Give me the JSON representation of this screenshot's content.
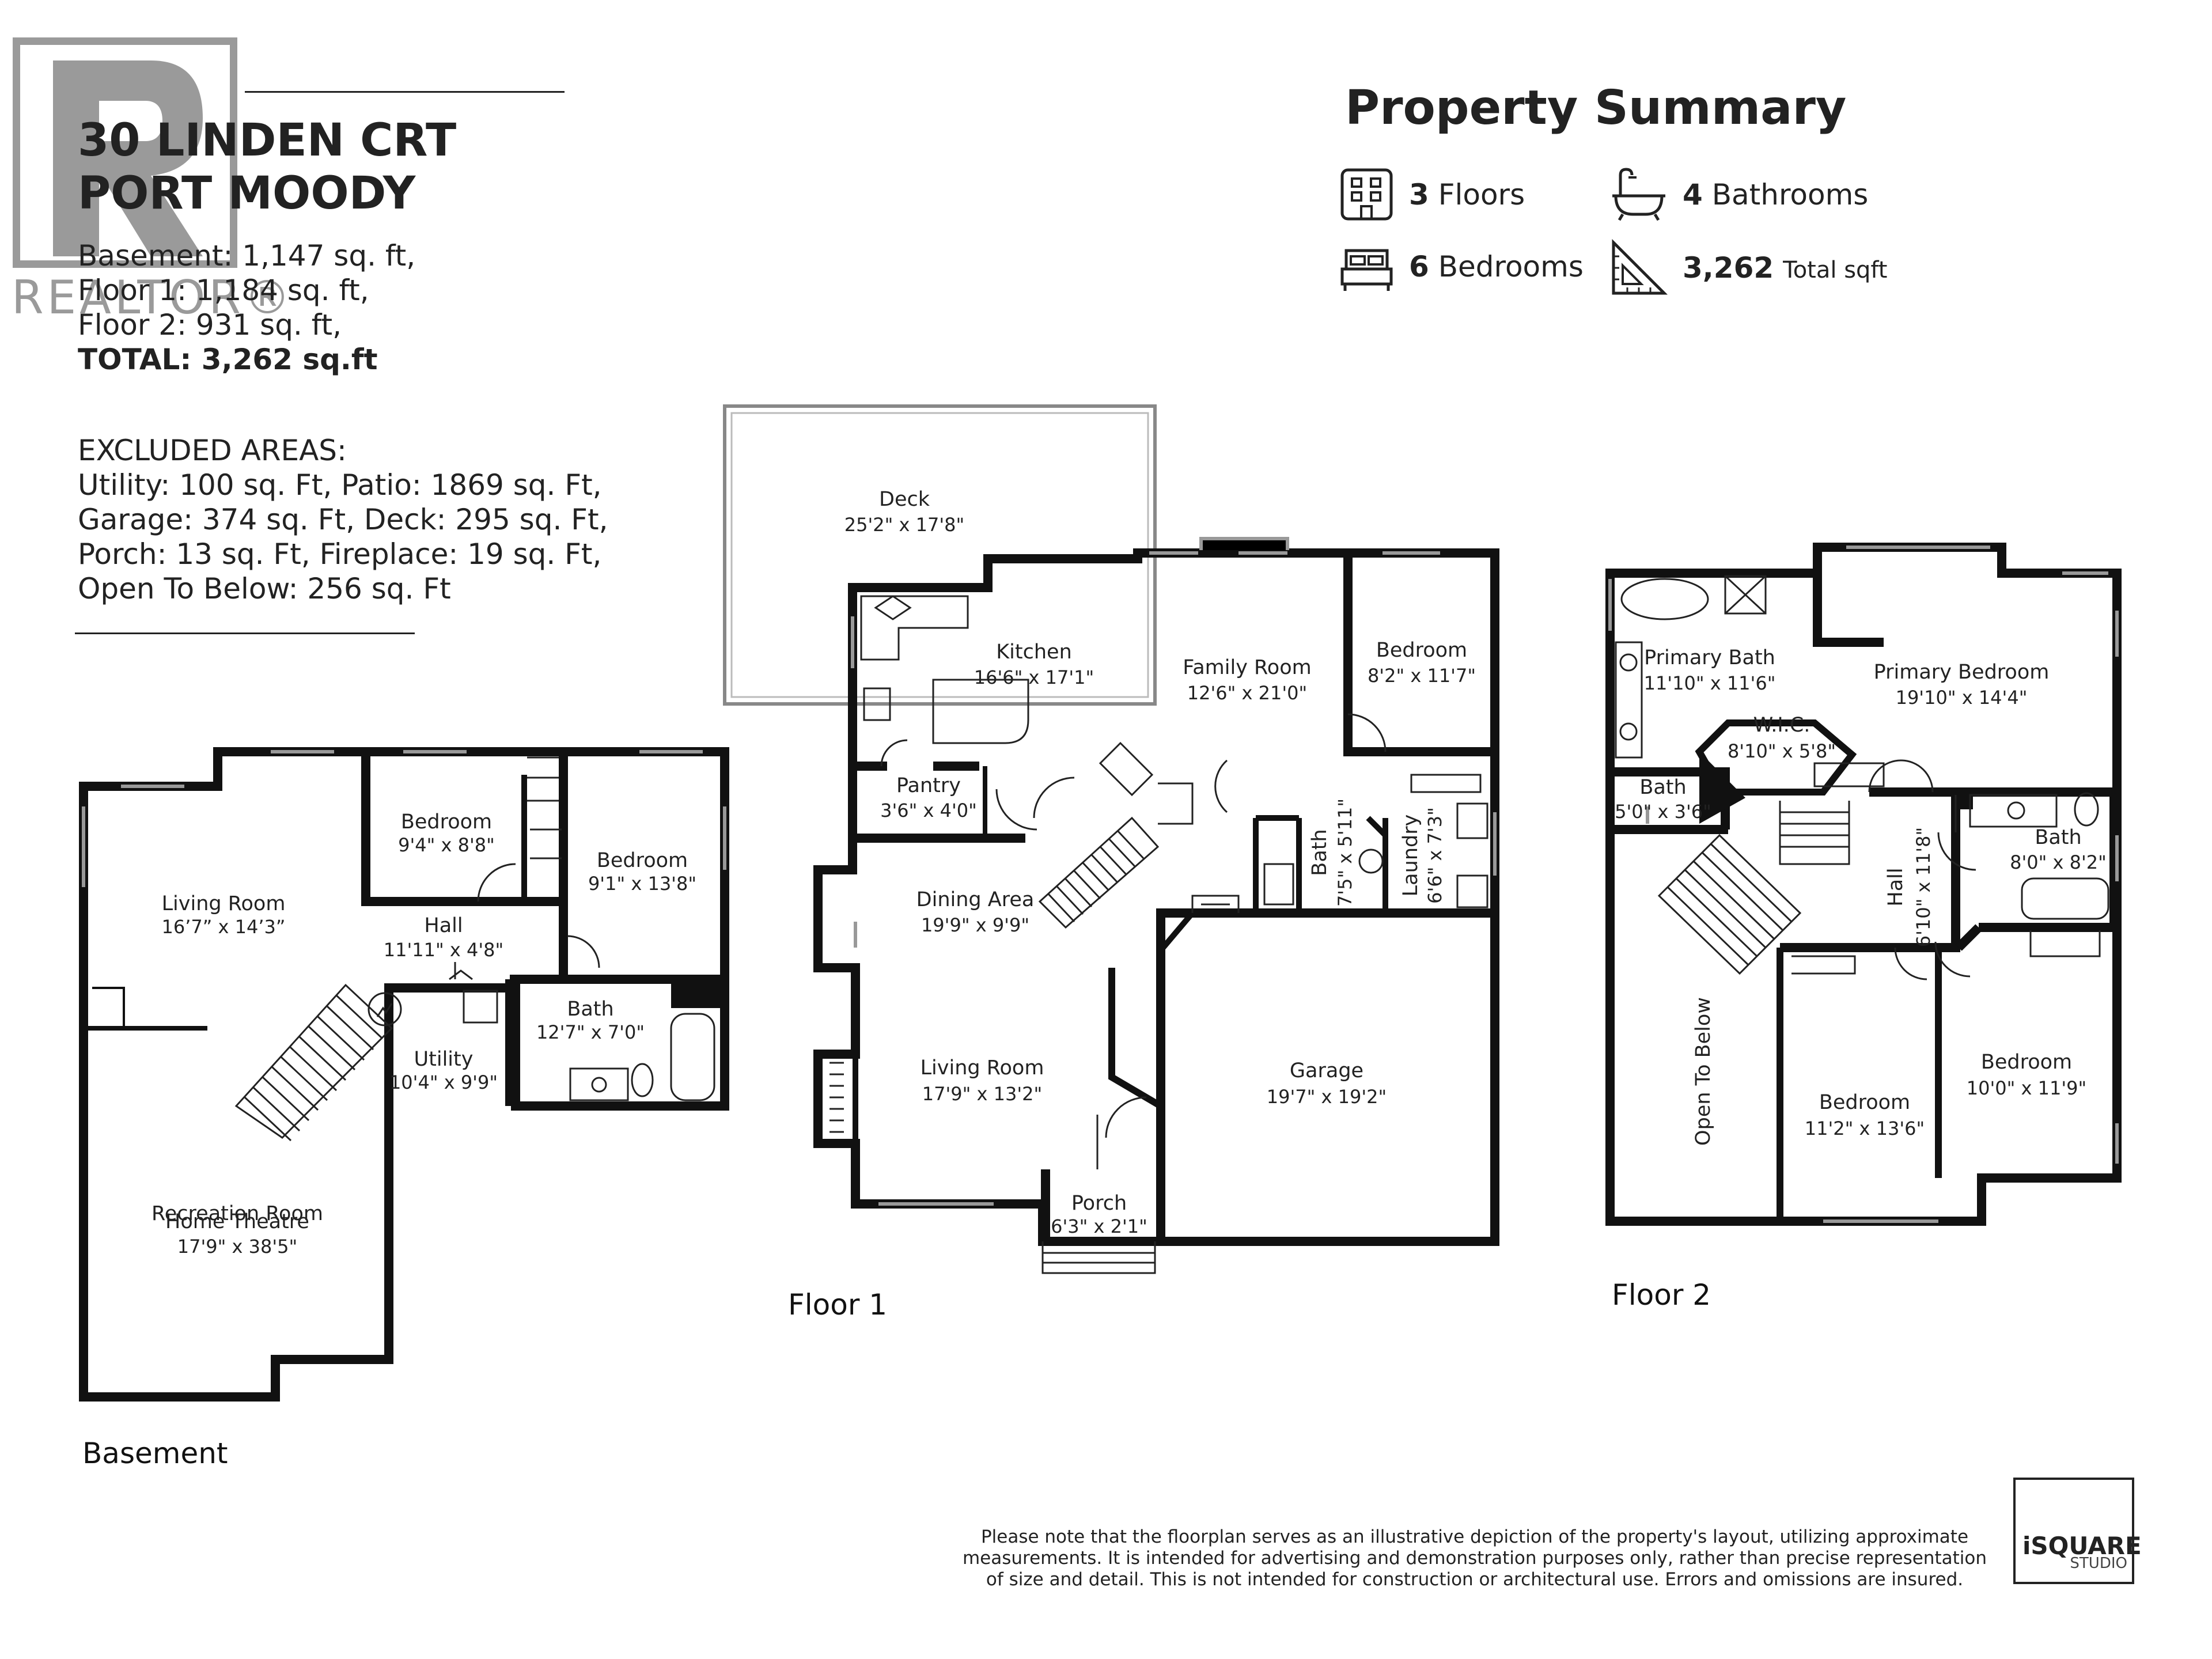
{
  "brand": {
    "watermark": "REALTOR®",
    "studio_line1": "iSQUARE",
    "studio_line2": "STUDIO"
  },
  "header": {
    "address_line1": "30 LINDEN CRT",
    "address_line2": "PORT MOODY",
    "areas": [
      "Basement:  1,147 sq. ft,",
      "Floor 1:  1,184 sq. ft,",
      "Floor 2:  931 sq. ft,"
    ],
    "total": "TOTAL:  3,262 sq.ft",
    "excluded_title": "EXCLUDED AREAS:",
    "excluded_lines": [
      "Utility: 100 sq. Ft, Patio: 1869 sq. Ft,",
      "Garage: 374 sq. Ft, Deck: 295 sq. Ft,",
      "Porch: 13 sq. Ft, Fireplace: 19 sq. Ft,",
      "Open To Below: 256 sq. Ft"
    ]
  },
  "summary": {
    "title": "Property Summary",
    "floors_num": "3",
    "floors_label": "Floors",
    "bedrooms_num": "6",
    "bedrooms_label": "Bedrooms",
    "bathrooms_num": "4",
    "bathrooms_label": "Bathrooms",
    "sqft_num": "3,262",
    "sqft_label": "Total sqft",
    "icons": [
      "floors-icon",
      "bed-icon",
      "bathtub-icon",
      "ruler-icon"
    ]
  },
  "basement": {
    "label": "Basement",
    "rooms": {
      "living": {
        "name": "Living Room",
        "dim": "16’7” x 14’3”"
      },
      "bed1": {
        "name": "Bedroom",
        "dim": "9'4\" x 8'8\""
      },
      "bed2": {
        "name": "Bedroom",
        "dim": "9'1\" x 13'8\""
      },
      "hall": {
        "name": "Hall",
        "dim": "11'11\" x 4'8\""
      },
      "bath": {
        "name": "Bath",
        "dim": "12'7\" x 7'0\""
      },
      "utility": {
        "name": "Utility",
        "dim": "10'4\" x 9'9\""
      },
      "rec": {
        "name": "Recreation Room",
        "name2": "Home Theatre",
        "dim": "17'9\" x 38'5\""
      }
    }
  },
  "floor1": {
    "label": "Floor 1",
    "rooms": {
      "deck": {
        "name": "Deck",
        "dim": "25'2\" x 17'8\""
      },
      "kitchen": {
        "name": "Kitchen",
        "dim": "16'6\" x 17'1\""
      },
      "family": {
        "name": "Family Room",
        "dim": "12'6\" x 21'0\""
      },
      "bedroom": {
        "name": "Bedroom",
        "dim": "8'2\" x 11'7\""
      },
      "pantry": {
        "name": "Pantry",
        "dim": "3'6\" x 4'0\""
      },
      "dining": {
        "name": "Dining Area",
        "dim": "19'9\" x 9'9\""
      },
      "bath": {
        "name": "Bath",
        "dim": "7'5\" x 5'11\""
      },
      "laundry": {
        "name": "Laundry",
        "dim": "6'6\" x 7'3\""
      },
      "living": {
        "name": "Living Room",
        "dim": "17'9\" x 13'2\""
      },
      "garage": {
        "name": "Garage",
        "dim": "19'7\" x 19'2\""
      },
      "porch": {
        "name": "Porch",
        "dim": "6'3\" x 2'1\""
      }
    }
  },
  "floor2": {
    "label": "Floor 2",
    "rooms": {
      "pbath": {
        "name": "Primary Bath",
        "dim": "11'10\" x 11'6\""
      },
      "pbed": {
        "name": "Primary Bedroom",
        "dim": "19'10\" x 14'4\""
      },
      "wic": {
        "name": "W.I.C.",
        "dim": "8'10\" x 5'8\""
      },
      "bath1": {
        "name": "Bath",
        "dim": "5'0\" x 3'6\""
      },
      "bath2": {
        "name": "Bath",
        "dim": "8'0\" x 8'2\""
      },
      "hall": {
        "name": "Hall",
        "dim": "6'10\" x 11'8\""
      },
      "otb": {
        "name": "Open To Below"
      },
      "bed1": {
        "name": "Bedroom",
        "dim": "11'2\" x 13'6\""
      },
      "bed2": {
        "name": "Bedroom",
        "dim": "10'0\" x 11'9\""
      }
    }
  },
  "disclaimer": "Please note that the floorplan serves as an illustrative depiction of the property's layout, utilizing approximate measurements.  It is intended for advertising and demonstration purposes only, rather than precise representation of size and detail. This is not intended for construction or architectural use. Errors and omissions are insured."
}
